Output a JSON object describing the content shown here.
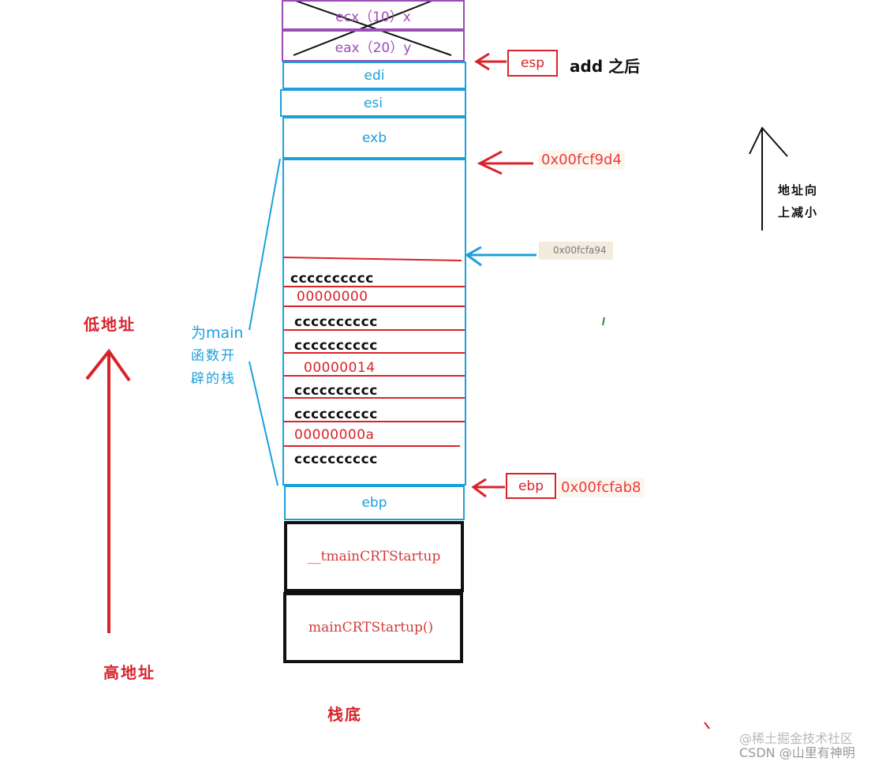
{
  "stack": {
    "ecx": "ecx（10）x",
    "eax": "eax（20）y",
    "edi": "edi",
    "esi": "esi",
    "exb": "exb",
    "ebp_cell": "ebp",
    "tmain": "__tmainCRTStartup",
    "main_crt": "mainCRTStartup()"
  },
  "rows": [
    "cccccccccc",
    "00000000",
    "cccccccccc",
    "cccccccccc",
    "00000014",
    "cccccccccc",
    "cccccccccc",
    "00000000a",
    "cccccccccc"
  ],
  "pointers": {
    "esp_label": "esp",
    "add_after": "add 之后",
    "addr1": "0x00fcf9d4",
    "addr2": "0x00fcfa94",
    "ebp_label": "ebp",
    "ebp_addr": "0x00fcfab8"
  },
  "labels": {
    "low_addr": "低地址",
    "high_addr": "高地址",
    "stack_bottom": "栈底",
    "main_frame_1": "为main",
    "main_frame_2": "函数开",
    "main_frame_3": "辟的栈",
    "addr_dir_1": "地址向",
    "addr_dir_2": "上减小"
  },
  "watermark": {
    "line1": "@稀土掘金技术社区",
    "line2": "CSDN @山里有神明"
  },
  "colors": {
    "purple": "#9b4db5",
    "blue": "#1aa0dc",
    "red": "#d8232a",
    "black": "#111111"
  }
}
